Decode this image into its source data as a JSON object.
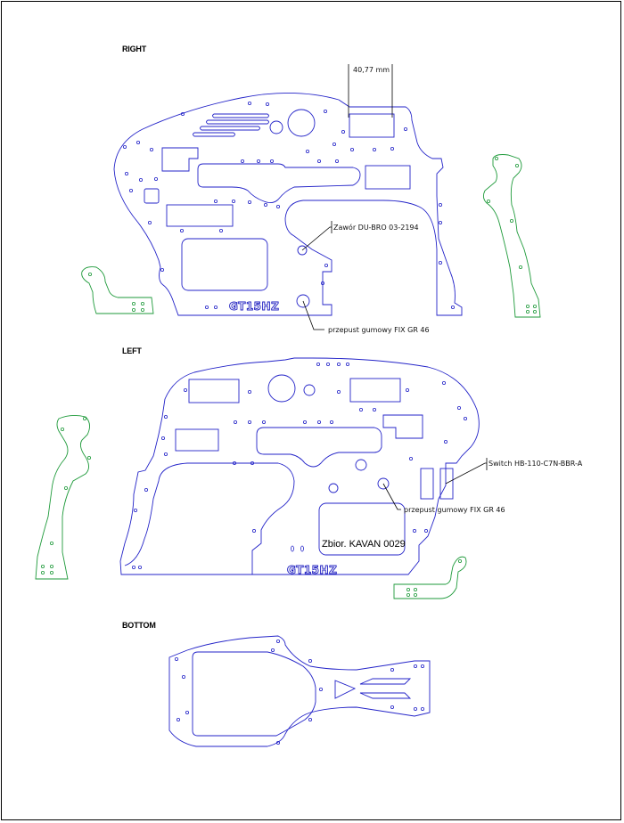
{
  "sections": {
    "right": {
      "title": "RIGHT"
    },
    "left": {
      "title": "LEFT"
    },
    "bottom": {
      "title": "BOTTOM"
    }
  },
  "dimension": {
    "label": "40,77 mm"
  },
  "engraving": {
    "right": "GT15HZ",
    "left": "GT15HZ"
  },
  "callouts": {
    "valve": "Zawór DU-BRO 03-2194",
    "grommet_right": "przepust gumowy FIX GR 46",
    "switch": "Switch HB-110-C7N-BBR-A",
    "grommet_left": "przepust gumowy FIX GR 46"
  },
  "stamp": {
    "text": "Zbior. KAVAN 0029"
  },
  "colors": {
    "frame_outline": "#2323c8",
    "servo_bracket": "#1e9a3a",
    "annotation": "#000000"
  }
}
